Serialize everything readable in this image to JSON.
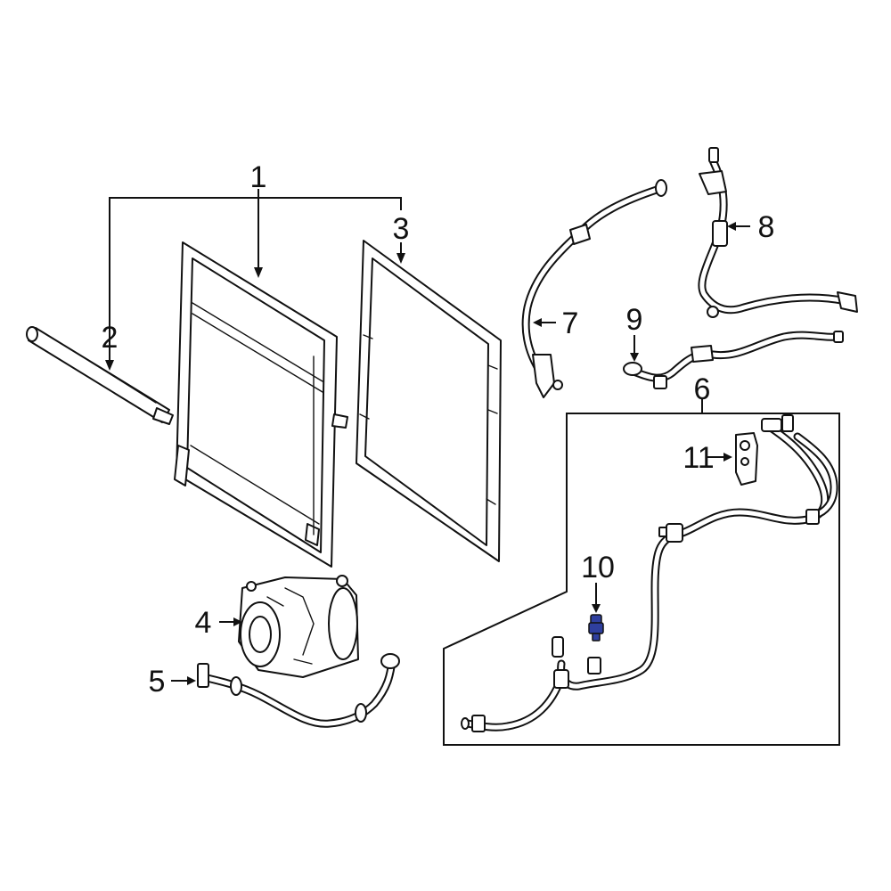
{
  "callouts": {
    "c1": "1",
    "c2": "2",
    "c3": "3",
    "c4": "4",
    "c5": "5",
    "c6": "6",
    "c7": "7",
    "c8": "8",
    "c9": "9",
    "c10": "10",
    "c11": "11"
  },
  "colors": {
    "line": "#111111",
    "highlight": "#2f3f9f",
    "background": "#ffffff"
  },
  "parts": [
    {
      "callout": "1",
      "icon": "condenser-icon"
    },
    {
      "callout": "2",
      "icon": "receiver-drier-icon"
    },
    {
      "callout": "3",
      "icon": "condenser-frame-icon"
    },
    {
      "callout": "4",
      "icon": "compressor-icon"
    },
    {
      "callout": "5",
      "icon": "discharge-hose-icon"
    },
    {
      "callout": "6",
      "icon": "line-assembly-icon"
    },
    {
      "callout": "7",
      "icon": "suction-hose-icon"
    },
    {
      "callout": "8",
      "icon": "pressure-line-icon"
    },
    {
      "callout": "9",
      "icon": "liquid-line-icon"
    },
    {
      "callout": "10",
      "icon": "pressure-switch-icon"
    },
    {
      "callout": "11",
      "icon": "valve-cap-icon"
    }
  ]
}
